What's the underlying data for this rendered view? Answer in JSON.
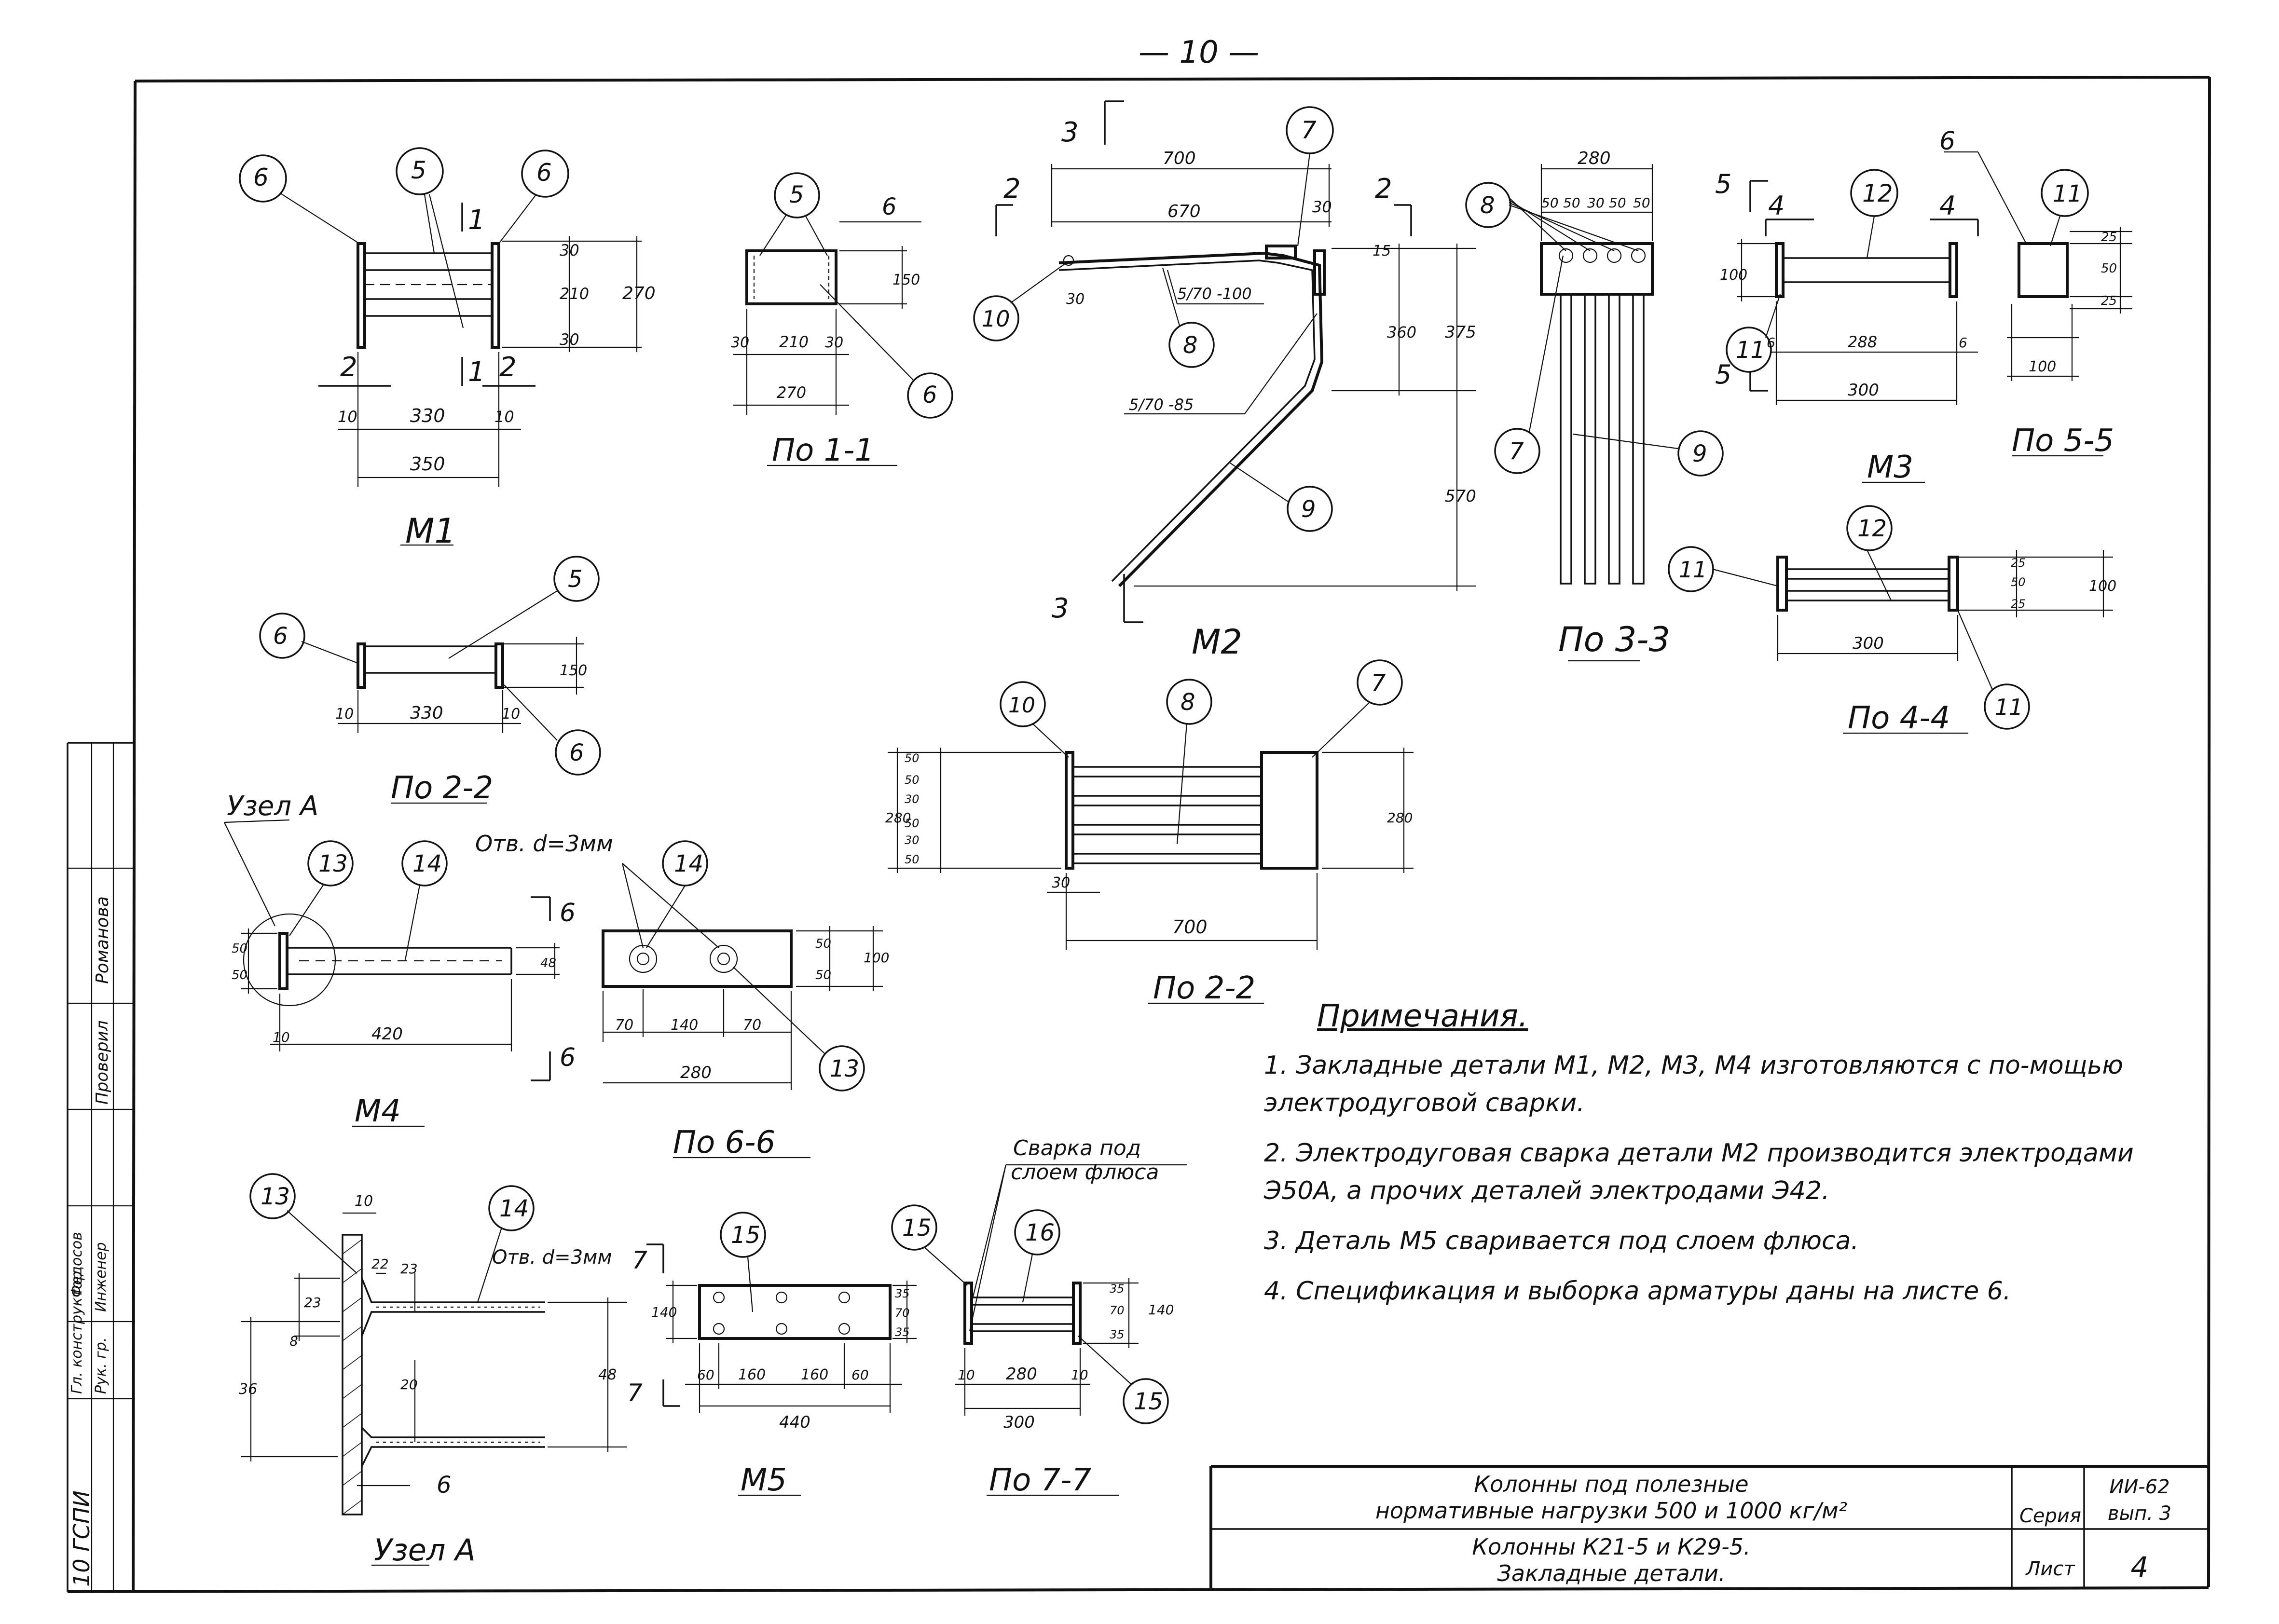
{
  "page_number": "— 10 —",
  "views": {
    "m1": {
      "title": "M1",
      "dims": [
        "30",
        "210",
        "30",
        "270",
        "10",
        "330",
        "10",
        "350"
      ],
      "cut_labels": [
        "1",
        "1",
        "2",
        "2"
      ],
      "callouts": [
        "6",
        "5",
        "6"
      ]
    },
    "po_1_1": {
      "title": "По 1-1",
      "dims": [
        "30",
        "210",
        "30",
        "270",
        "150"
      ],
      "callouts": [
        "5",
        "6",
        "6"
      ]
    },
    "m2": {
      "title": "M2",
      "dims": [
        "700",
        "670",
        "30",
        "15",
        "360",
        "375",
        "570",
        "30"
      ],
      "weld_labels": [
        "5/70 -100",
        "5/70 -85"
      ],
      "cut_labels": [
        "3",
        "3",
        "2",
        "2"
      ],
      "callouts": [
        "7",
        "10",
        "8",
        "9"
      ]
    },
    "po_3_3": {
      "title": "По 3-3",
      "dims": [
        "280",
        "50",
        "50",
        "30",
        "50",
        "50"
      ],
      "callouts": [
        "8",
        "7",
        "9"
      ]
    },
    "m3": {
      "title": "M3",
      "dims": [
        "100",
        "6",
        "288",
        "6",
        "300"
      ],
      "cut_labels": [
        "5",
        "5",
        "4",
        "4"
      ],
      "callouts": [
        "12",
        "11"
      ]
    },
    "po_5_5": {
      "title": "По 5-5",
      "dims": [
        "25",
        "50",
        "25",
        "100"
      ],
      "callouts": [
        "6",
        "11"
      ]
    },
    "po_4_4": {
      "title": "По 4-4",
      "dims": [
        "25",
        "50",
        "25",
        "100",
        "300"
      ],
      "callouts": [
        "11",
        "12",
        "11"
      ]
    },
    "po_2_2_left": {
      "title": "По 2-2",
      "dims": [
        "10",
        "330",
        "10",
        "150"
      ],
      "callouts": [
        "6",
        "5",
        "6"
      ]
    },
    "po_2_2_right": {
      "title": "По 2-2",
      "dims": [
        "50",
        "50",
        "30",
        "50",
        "30",
        "50",
        "280",
        "280",
        "30",
        "700"
      ],
      "callouts": [
        "10",
        "8",
        "7"
      ]
    },
    "m4": {
      "title": "M4",
      "node_label": "Узел А",
      "dims": [
        "50",
        "50",
        "48",
        "10",
        "420"
      ],
      "cut_labels": [
        "6",
        "6"
      ],
      "callouts": [
        "13",
        "14"
      ]
    },
    "po_6_6": {
      "title": "По 6-6",
      "hole_label": "Отв. d=3мм",
      "dims": [
        "70",
        "140",
        "70",
        "280",
        "50",
        "50",
        "100"
      ],
      "callouts": [
        "14",
        "13"
      ]
    },
    "uzel_a": {
      "title": "Узел А",
      "hole_label": "Отв. d=3мм",
      "dims": [
        "10",
        "23",
        "22",
        "23",
        "8",
        "20",
        "36",
        "48"
      ],
      "cut_labels": [
        "7",
        "7"
      ],
      "callouts": [
        "13",
        "14",
        "6"
      ]
    },
    "m5": {
      "title": "M5",
      "dims": [
        "140",
        "35",
        "70",
        "35",
        "60",
        "160",
        "160",
        "60",
        "440"
      ],
      "callouts": [
        "15"
      ]
    },
    "po_7_7": {
      "title": "По 7-7",
      "weld_note": [
        "Сварка под",
        "слоем флюса"
      ],
      "dims": [
        "10",
        "280",
        "10",
        "300",
        "35",
        "70",
        "35",
        "140"
      ],
      "callouts": [
        "15",
        "16",
        "15"
      ]
    }
  },
  "notes": {
    "title": "Примечания.",
    "items": [
      "1. Закладные детали М1, М2, М3, М4 изготовляются с по-мощью электродуговой сварки.",
      "2. Электродуговая сварка детали М2 производится электродами Э50А, а прочих деталей электродами Э42.",
      "3. Деталь М5 сваривается под слоем флюса.",
      "4. Спецификация и выборка арматуры даны на листе 6."
    ]
  },
  "title_block": {
    "project_line1": "Колонны под полезные",
    "project_line2": "нормативные нагрузки 500 и 1000 кг/м²",
    "series_label": "Серия",
    "series_value": "ИИ-62",
    "issue": "вып. 3",
    "drawing_line1": "Колонны К21-5 и К29-5.",
    "drawing_line2": "Закладные детали.",
    "sheet_label": "Лист",
    "sheet_value": "4"
  },
  "stamp": {
    "org": "10 ГСПИ",
    "roles": [
      "Гл. конструктор",
      "Рук. гр.",
      "Инженер",
      "Проверил"
    ],
    "names": [
      "Федосов",
      "",
      "",
      "Романова"
    ]
  }
}
